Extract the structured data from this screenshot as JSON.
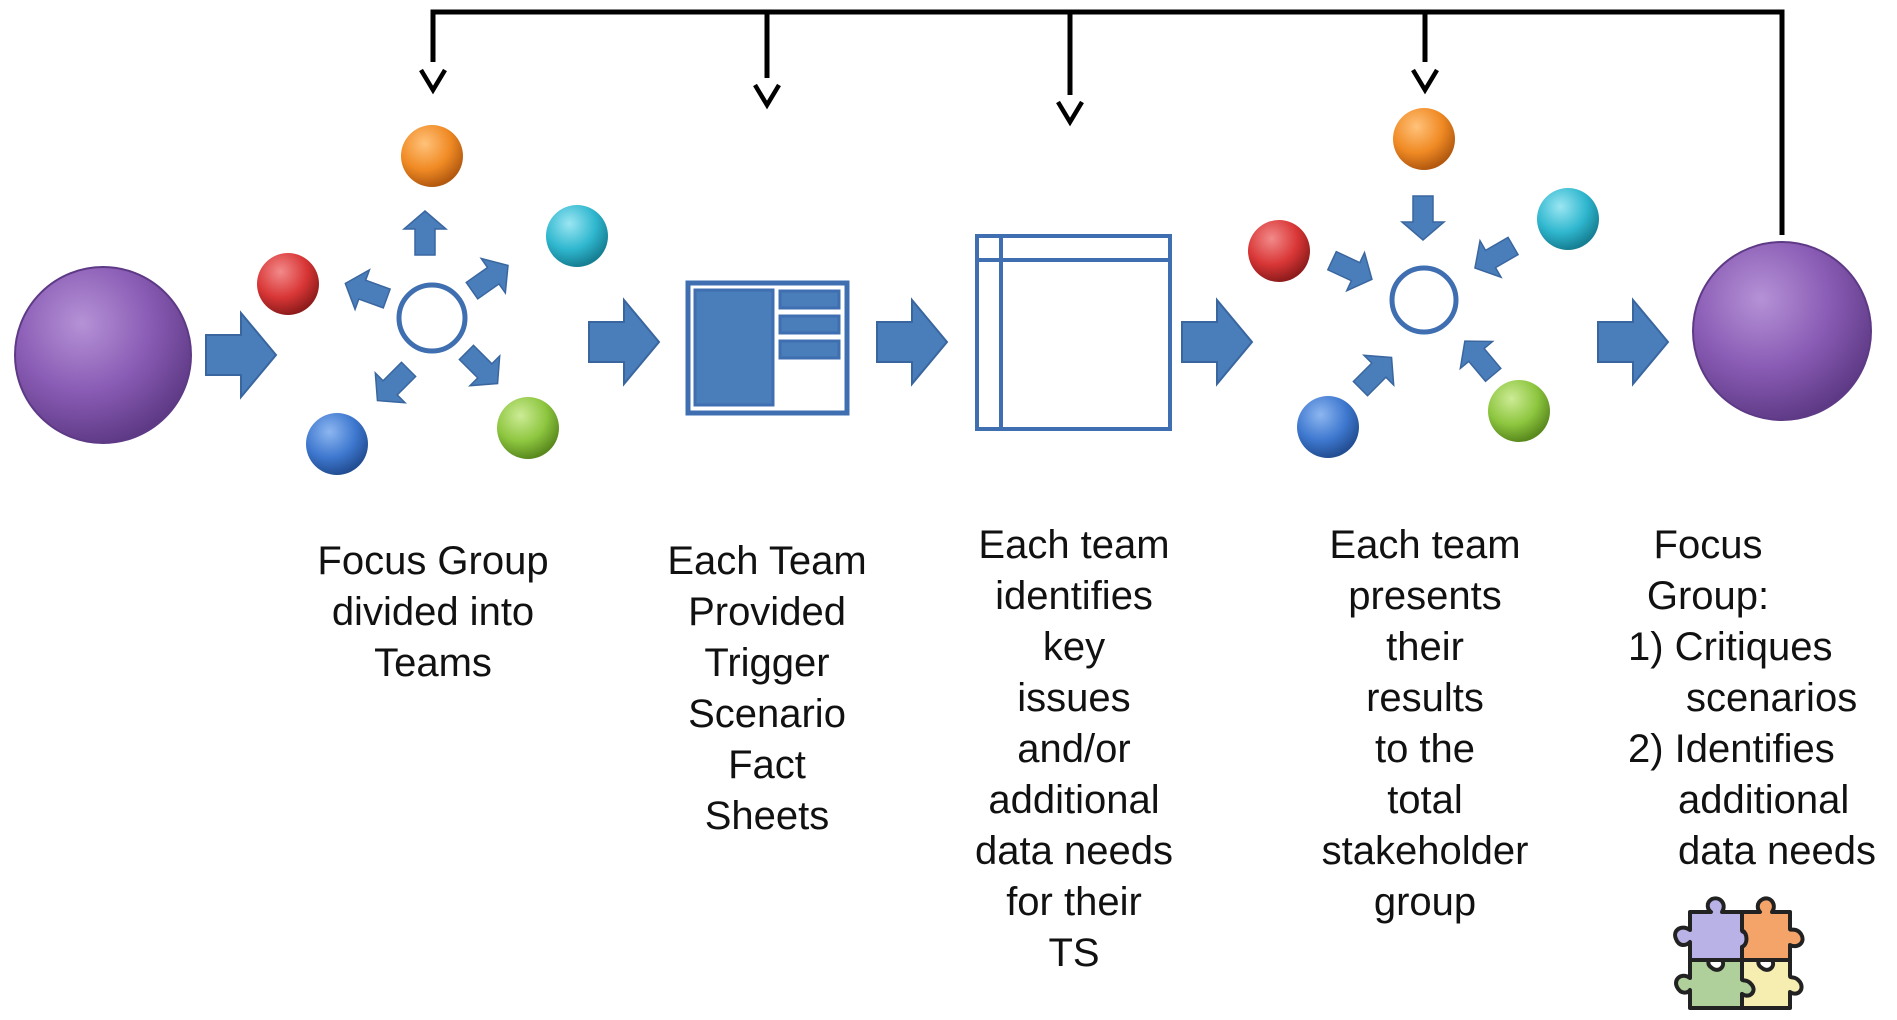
{
  "diagram": {
    "colors": {
      "purple": "#8A5CB5",
      "arrow_blue": "#4A7EBB",
      "outline_blue": "#3F6FB0",
      "orange": "#F08A24",
      "teal": "#2FB7CF",
      "red": "#D93636",
      "blue": "#3E78CF",
      "green": "#8DC63F",
      "black": "#000000"
    },
    "steps": [
      {
        "id": "divide",
        "lines": [
          "Focus Group",
          "divided into",
          "Teams"
        ]
      },
      {
        "id": "provide",
        "lines": [
          "Each Team",
          "Provided",
          "Trigger",
          "Scenario",
          "Fact",
          "Sheets"
        ]
      },
      {
        "id": "identify",
        "lines": [
          "Each  team",
          "identifies",
          "key",
          "issues",
          "and/or",
          "additional",
          "data needs",
          "for their",
          "TS"
        ]
      },
      {
        "id": "present",
        "lines": [
          "Each team",
          "presents",
          "their",
          "results",
          "to the",
          "total",
          "stakeholder",
          "group"
        ]
      },
      {
        "id": "critique",
        "lines": [
          "Focus",
          "Group:",
          "1) Critiques",
          "scenarios",
          "2) Identifies",
          "additional",
          "data needs"
        ]
      }
    ],
    "icons": {
      "start": "focus-group-circle-icon",
      "split": "team-split-icon",
      "document": "fact-sheet-icon",
      "table": "table-icon",
      "gather": "team-gather-icon",
      "end": "focus-group-circle-icon",
      "puzzle": "puzzle-icon"
    }
  }
}
